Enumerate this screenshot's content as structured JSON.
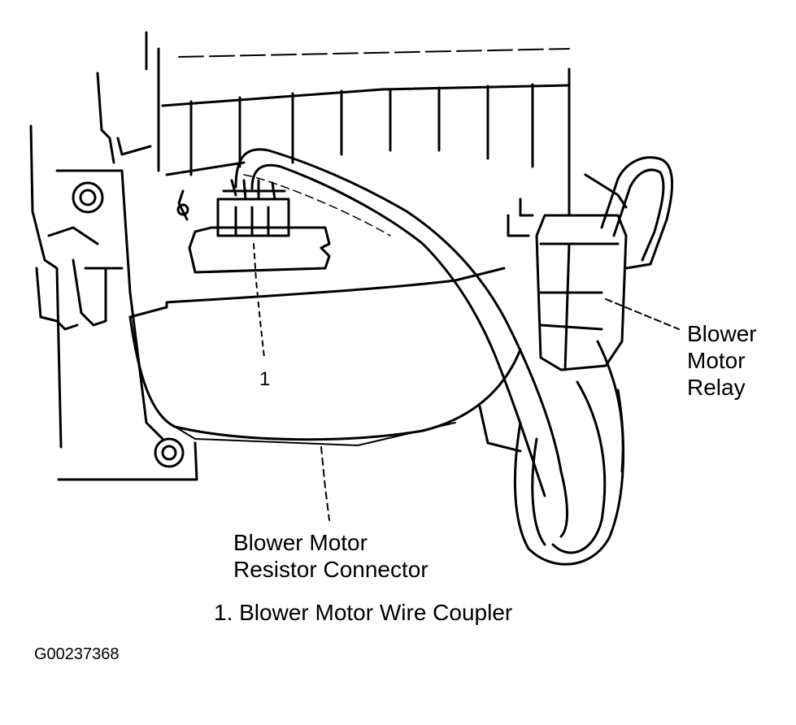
{
  "labels": {
    "relay_1": "Blower",
    "relay_2": "Motor",
    "relay_3": "Relay",
    "resistor_1": "Blower Motor",
    "resistor_2": "Resistor Connector",
    "callout_1": "1",
    "caption": "1. Blower Motor Wire Coupler",
    "figure_id": "G00237368"
  },
  "colors": {
    "ink": "#000000",
    "background": "#ffffff"
  }
}
